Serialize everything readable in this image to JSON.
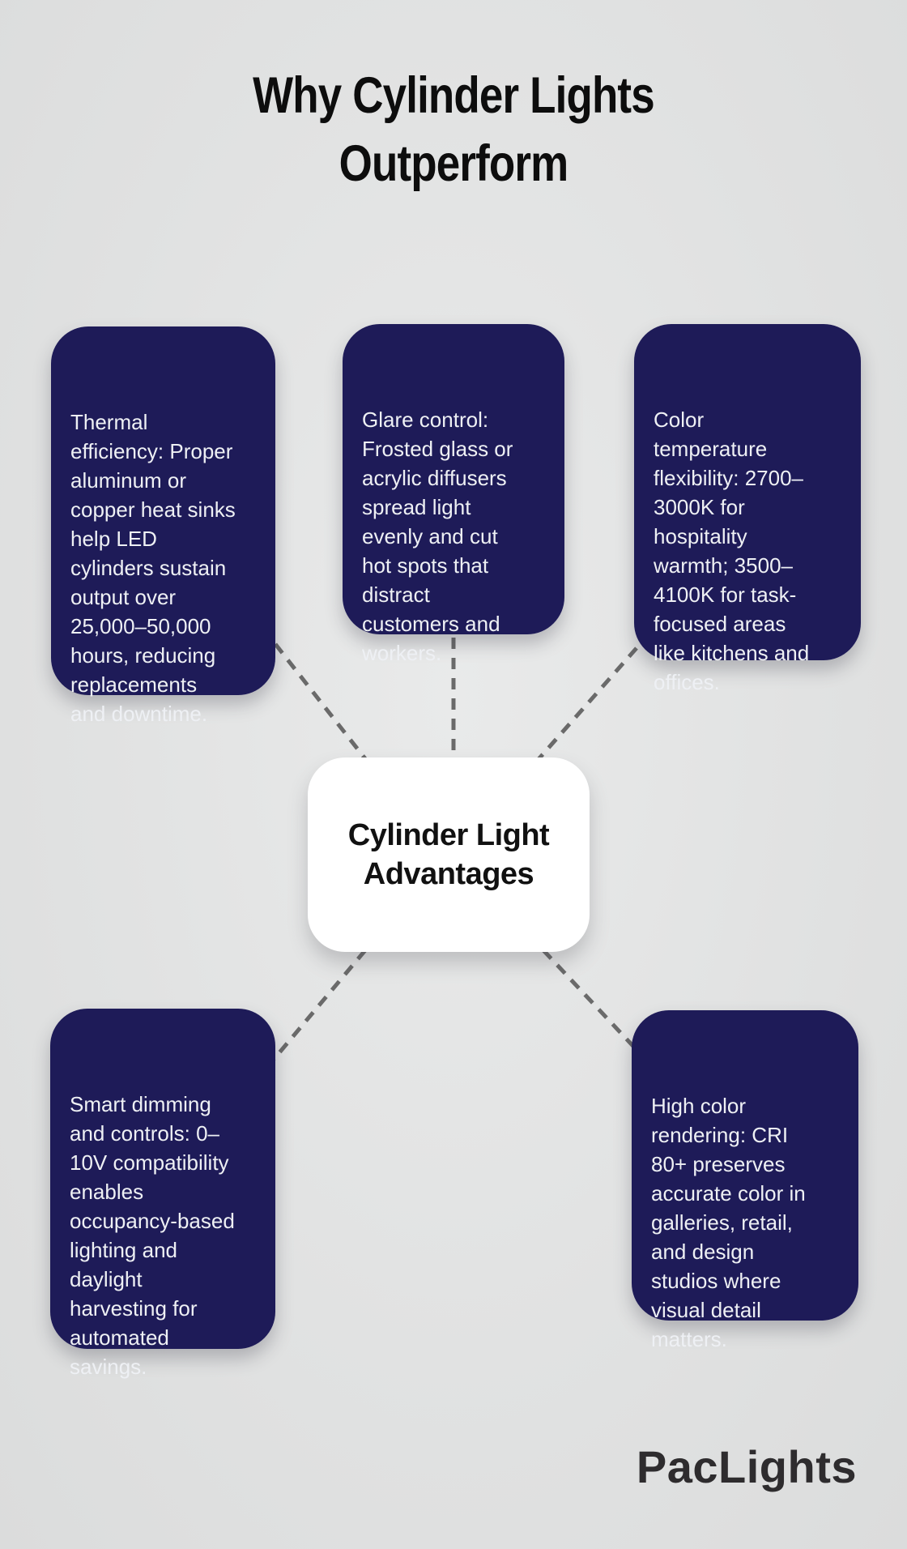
{
  "title": {
    "text": "Why Cylinder Lights\nOutperform"
  },
  "center": {
    "label": "Cylinder Light\nAdvantages"
  },
  "cards": [
    {
      "id": "thermal-efficiency",
      "text": "Thermal\nefficiency: Proper\naluminum or\ncopper heat sinks\nhelp LED\ncylinders sustain\noutput over\n25,000–50,000\nhours, reducing\nreplacements\nand downtime."
    },
    {
      "id": "glare-control",
      "text": "Glare control:\nFrosted glass or\nacrylic diffusers\nspread light\nevenly and cut\nhot spots that\ndistract\ncustomers and\nworkers."
    },
    {
      "id": "color-temperature-flexibility",
      "text": "Color\ntemperature\nflexibility: 2700–\n3000K for\nhospitality\nwarmth; 3500–\n4100K for task-\nfocused areas\nlike kitchens and\noffices."
    },
    {
      "id": "smart-dimming-controls",
      "text": "Smart dimming\nand controls: 0–\n10V compatibility\nenables\noccupancy-based\nlighting and\ndaylight\nharvesting for\nautomated\nsavings."
    },
    {
      "id": "high-color-rendering",
      "text": "High color\nrendering: CRI\n80+ preserves\naccurate color in\ngalleries, retail,\nand design\nstudios where\nvisual detail\nmatters."
    }
  ],
  "brand": {
    "name": "PacLights"
  },
  "colors": {
    "background": "#e1e2e2",
    "card_bg": "#1e1b58",
    "card_text": "#eef0f4",
    "center_bg": "#ffffff",
    "center_text": "#111111",
    "connector": "#6a6a6a",
    "title_text": "#0d0d0d",
    "brand_text": "#2e2c2e"
  }
}
